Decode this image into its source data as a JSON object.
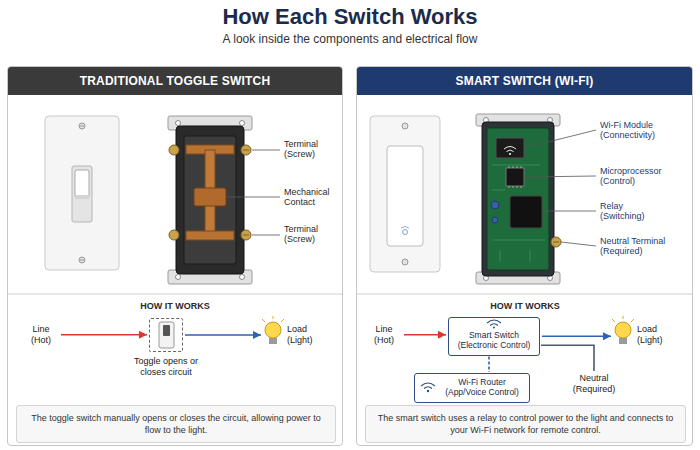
{
  "diagram": {
    "title": "How Each Switch Works",
    "nodes": [
      {
        "text": [
          "TRADITIONAL TOGGLE SWITCH"
        ]
      },
      {
        "text": [
          "Line (Hot)"
        ],
        "in": 0
      },
      {
        "text": [
          "Toggle opens or closes circuit"
        ],
        "in": 0
      },
      {
        "text": [
          "Load (Light)"
        ],
        "in": 0
      },
      {
        "text": [
          "The toggle switch manually opens or closes the circuit, allowing power to flow to the light."
        ],
        "in": 0
      },
      {
        "text": [
          "SMART SWITCH (WI-FI)"
        ]
      },
      {
        "text": [
          "Line (Hot)"
        ],
        "in": 5
      },
      {
        "text": [
          "Smart Switch (Electronic Control)"
        ],
        "in": 5
      },
      {
        "text": [
          "Load (Light)"
        ],
        "in": 5
      },
      {
        "text": [
          "Wi-Fi Router (App/Voice Control)"
        ],
        "in": 5
      },
      {
        "text": [
          "Neutral (Required)"
        ],
        "in": 5
      },
      {
        "text": [
          "The smart switch uses a relay to control power to the light and connects to your Wi-Fi network for remote control."
        ],
        "in": 5
      }
    ],
    "edges": [
      {
        "from": 1,
        "to": 2,
        "arrow": "to"
      },
      {
        "from": 2,
        "to": 3,
        "arrow": "to"
      },
      {
        "from": 6,
        "to": 7,
        "arrow": "to"
      },
      {
        "from": 7,
        "to": 8,
        "arrow": "to"
      },
      {
        "from": 7,
        "to": 9,
        "arrow": "none"
      },
      {
        "from": 7,
        "to": 10,
        "arrow": "none"
      }
    ],
    "labels": [
      "A look inside the components and electrical flow",
      "Terminal (Screw)",
      "Mechanical Contact",
      "Terminal (Screw)",
      "HOW IT WORKS",
      "Wi-Fi Module (Connectivity)",
      "Microprocessor (Control)",
      "Relay (Switching)",
      "Neutral Terminal (Required)",
      "HOW IT WORKS"
    ]
  }
}
